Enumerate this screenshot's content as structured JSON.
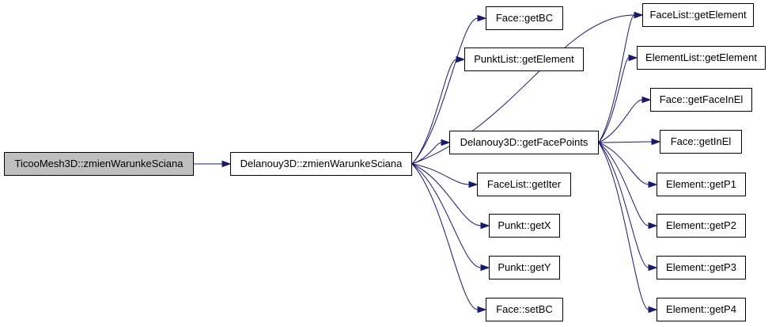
{
  "diagram": {
    "edge_color": "#191970",
    "nodes": [
      {
        "id": "root",
        "label": "TicooMesh3D::zmienWarunkeSciana"
      },
      {
        "id": "dzw",
        "label": "Delanouy3D::zmienWarunkeSciana"
      },
      {
        "id": "getBC",
        "label": "Face::getBC"
      },
      {
        "id": "plGetElement",
        "label": "PunktList::getElement"
      },
      {
        "id": "getFacePoints",
        "label": "Delanouy3D::getFacePoints"
      },
      {
        "id": "flGetIter",
        "label": "FaceList::getIter"
      },
      {
        "id": "getX",
        "label": "Punkt::getX"
      },
      {
        "id": "getY",
        "label": "Punkt::getY"
      },
      {
        "id": "setBC",
        "label": "Face::setBC"
      },
      {
        "id": "flGetElement",
        "label": "FaceList::getElement"
      },
      {
        "id": "elGetElement",
        "label": "ElementList::getElement"
      },
      {
        "id": "getFaceInEl",
        "label": "Face::getFaceInEl"
      },
      {
        "id": "getInEl",
        "label": "Face::getInEl"
      },
      {
        "id": "getP1",
        "label": "Element::getP1"
      },
      {
        "id": "getP2",
        "label": "Element::getP2"
      },
      {
        "id": "getP3",
        "label": "Element::getP3"
      },
      {
        "id": "getP4",
        "label": "Element::getP4"
      }
    ],
    "edges": [
      [
        "root",
        "dzw"
      ],
      [
        "dzw",
        "getBC"
      ],
      [
        "dzw",
        "plGetElement"
      ],
      [
        "dzw",
        "flGetElement"
      ],
      [
        "dzw",
        "getFacePoints"
      ],
      [
        "dzw",
        "flGetIter"
      ],
      [
        "dzw",
        "getX"
      ],
      [
        "dzw",
        "getY"
      ],
      [
        "dzw",
        "setBC"
      ],
      [
        "getFacePoints",
        "flGetElement"
      ],
      [
        "getFacePoints",
        "elGetElement"
      ],
      [
        "getFacePoints",
        "getFaceInEl"
      ],
      [
        "getFacePoints",
        "getInEl"
      ],
      [
        "getFacePoints",
        "getP1"
      ],
      [
        "getFacePoints",
        "getP2"
      ],
      [
        "getFacePoints",
        "getP3"
      ],
      [
        "getFacePoints",
        "getP4"
      ]
    ]
  }
}
